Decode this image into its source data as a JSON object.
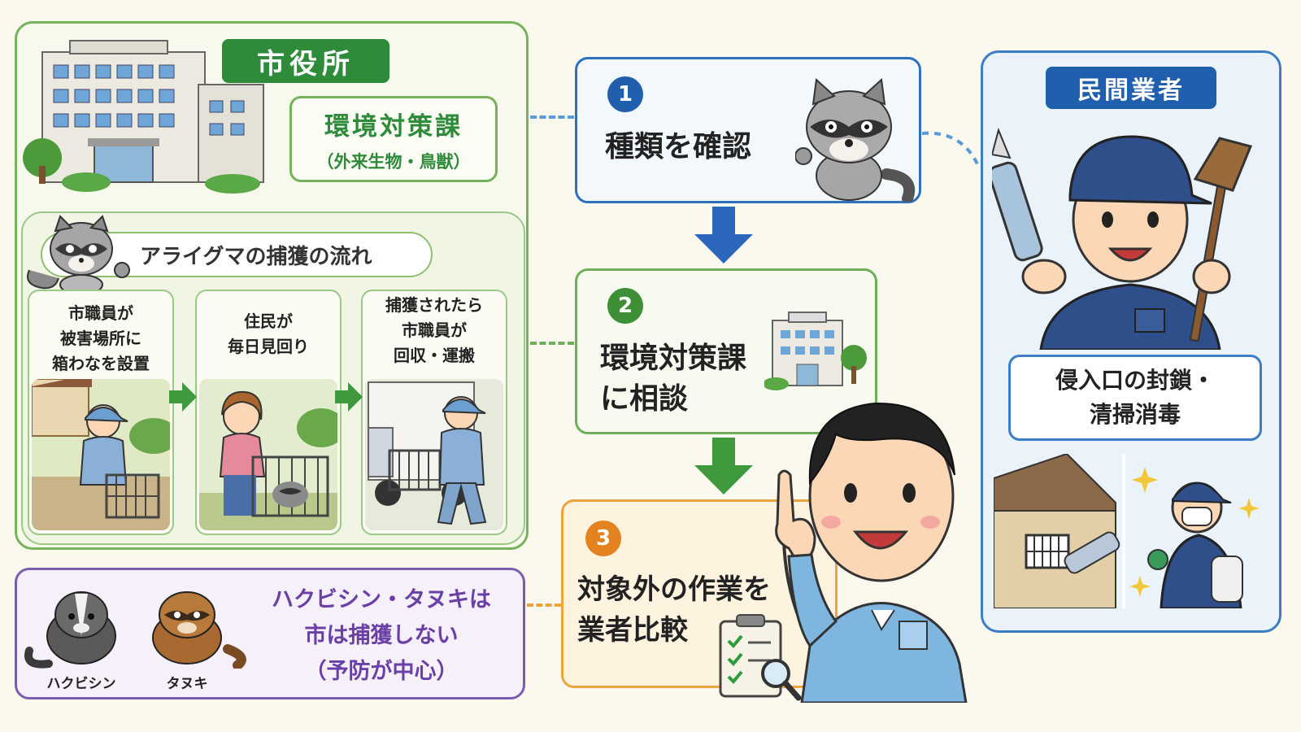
{
  "city_hall": {
    "title": "市役所",
    "department": "環境対策課",
    "department_sub": "（外来生物・鳥獣）"
  },
  "capture_flow": {
    "title": "アライグマの捕獲の流れ",
    "steps": [
      {
        "line1": "市職員が",
        "line2": "被害場所に",
        "line3": "箱わなを設置"
      },
      {
        "line1": "住民が",
        "line2": "毎日見回り",
        "line3": ""
      },
      {
        "line1": "捕獲されたら",
        "line2": "市職員が",
        "line3": "回収・運搬"
      }
    ]
  },
  "steps": [
    {
      "number": "1",
      "line1": "種類を確認",
      "line2": ""
    },
    {
      "number": "2",
      "line1": "環境対策課",
      "line2": "に相談"
    },
    {
      "number": "3",
      "line1": "対象外の作業を",
      "line2": "業者比較"
    }
  ],
  "private": {
    "title": "民間業者",
    "task_line1": "侵入口の封鎖・",
    "task_line2": "清掃消毒"
  },
  "notice": {
    "line1": "ハクビシン・タヌキは",
    "line2": "市は捕獲しない",
    "line3": "（予防が中心）",
    "animal1": "ハクビシン",
    "animal2": "タヌキ"
  },
  "colors": {
    "city_green": "#2d8b3a",
    "step1_blue": "#2f6fc0",
    "step2_green": "#6fae58",
    "step3_orange": "#eda43c",
    "private_blue": "#1f5fae",
    "notice_purple": "#7c5cae"
  }
}
